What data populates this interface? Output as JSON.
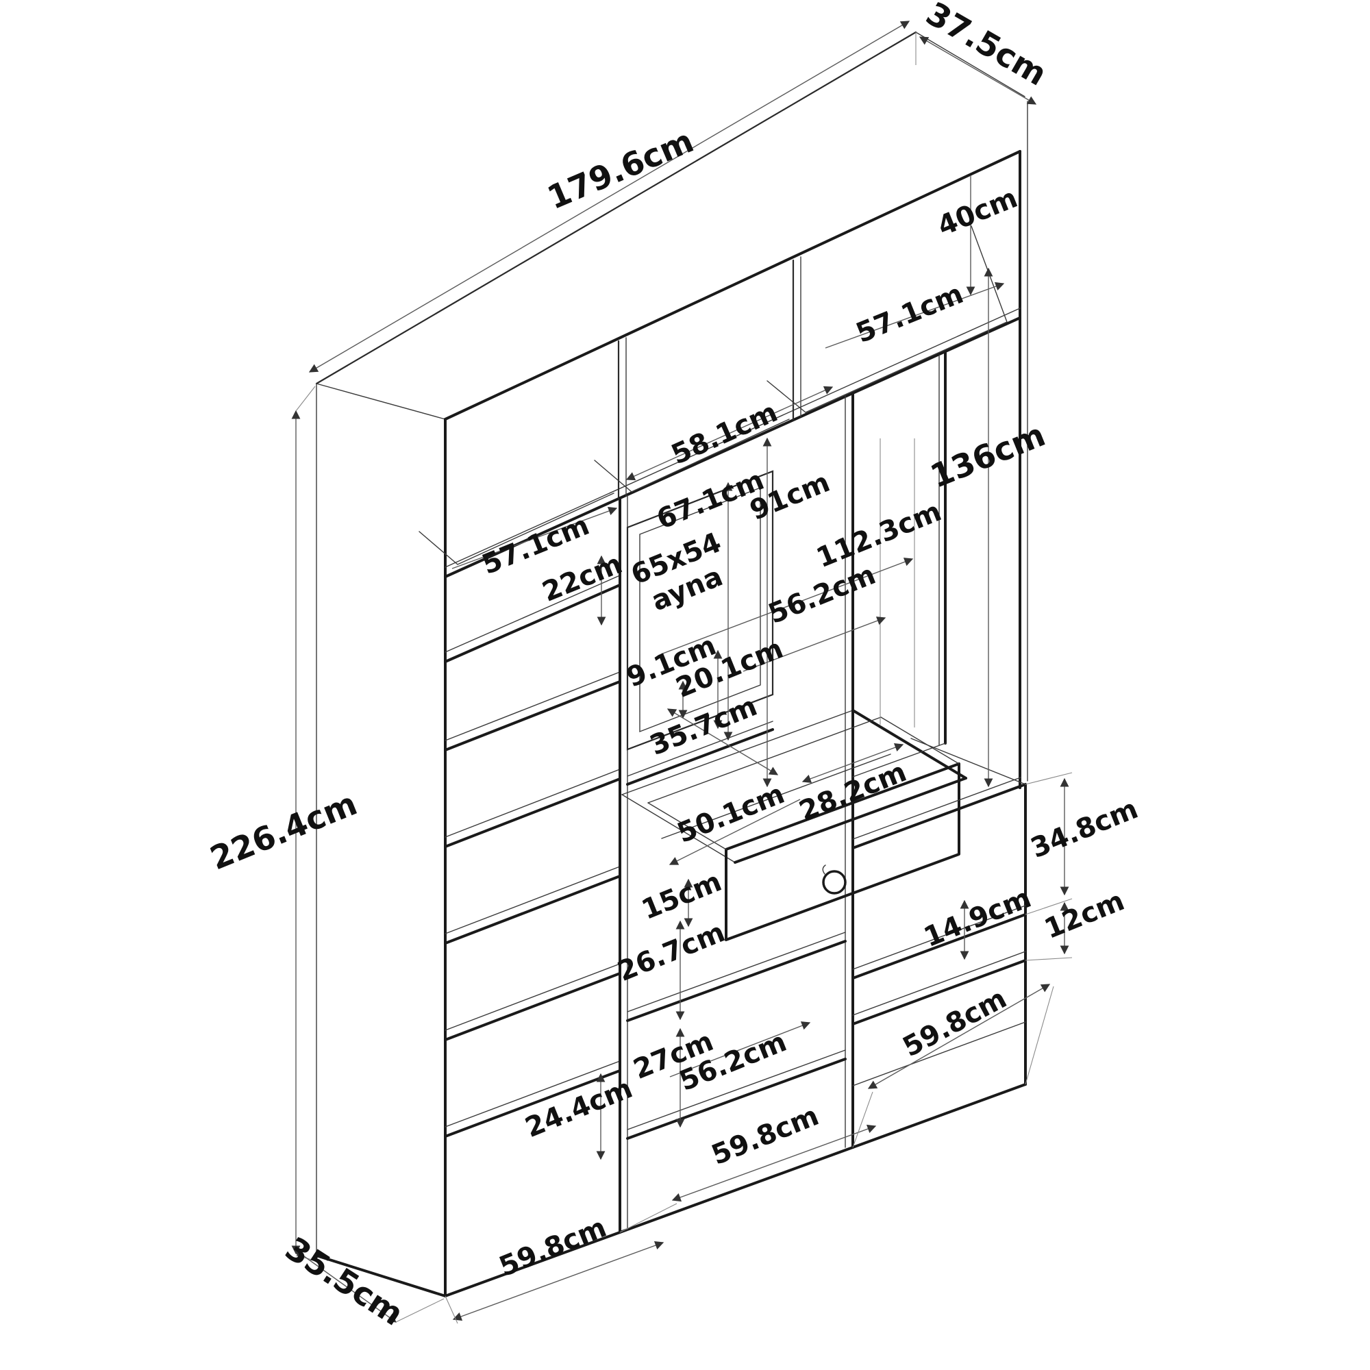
{
  "drawing": {
    "kind": "furniture-assembly-dimension-diagram",
    "mirror_note_line1": "65x54",
    "mirror_note_line2": "ayna"
  },
  "labels": [
    {
      "name": "top-depth",
      "text": "37.5cm"
    },
    {
      "name": "total-width",
      "text": "179.6cm"
    },
    {
      "name": "top-cubby-height",
      "text": "40cm"
    },
    {
      "name": "top-cubby-right-width",
      "text": "57.1cm"
    },
    {
      "name": "top-cubby-mid-width",
      "text": "58.1cm"
    },
    {
      "name": "hanging-height",
      "text": "136cm"
    },
    {
      "name": "mirror-column-height",
      "text": "67.1cm"
    },
    {
      "name": "open-slot-height",
      "text": "91cm"
    },
    {
      "name": "hanging-width",
      "text": "112.3cm"
    },
    {
      "name": "hanging-inner-width",
      "text": "56.2cm"
    },
    {
      "name": "left-inner-width",
      "text": "57.1cm"
    },
    {
      "name": "top-shelf-gap",
      "text": "22cm"
    },
    {
      "name": "ledge-height",
      "text": "9.1cm"
    },
    {
      "name": "niche-height",
      "text": "20.1cm"
    },
    {
      "name": "console-depth",
      "text": "35.7cm"
    },
    {
      "name": "total-height",
      "text": "226.4cm"
    },
    {
      "name": "drawer-inner-width",
      "text": "28.2cm"
    },
    {
      "name": "drawer-side-depth",
      "text": "50.1cm"
    },
    {
      "name": "bench-top-height",
      "text": "34.8cm"
    },
    {
      "name": "drawer-height",
      "text": "15cm"
    },
    {
      "name": "bench-drawer-height",
      "text": "14.9cm"
    },
    {
      "name": "bench-gap-height",
      "text": "12cm"
    },
    {
      "name": "under-drawer-gap",
      "text": "26.7cm"
    },
    {
      "name": "mid-shelf-gap",
      "text": "27cm"
    },
    {
      "name": "mid-inner-width",
      "text": "56.2cm"
    },
    {
      "name": "left-shelf-gap",
      "text": "24.4cm"
    },
    {
      "name": "bench-width",
      "text": "59.8cm"
    },
    {
      "name": "mid-bottom-width",
      "text": "59.8cm"
    },
    {
      "name": "left-bottom-width",
      "text": "59.8cm"
    },
    {
      "name": "base-depth",
      "text": "35.5cm"
    }
  ]
}
